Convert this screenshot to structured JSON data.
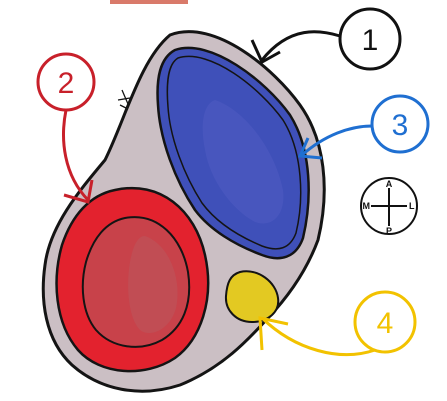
{
  "labels": [
    {
      "number": "1",
      "color": "#111111"
    },
    {
      "number": "2",
      "color": "#c8202a"
    },
    {
      "number": "3",
      "color": "#1f6fd1"
    },
    {
      "number": "4",
      "color": "#f2c200"
    }
  ],
  "compass": {
    "top": "A",
    "left": "M",
    "right": "L",
    "bottom": "P"
  },
  "colors": {
    "sheath_fill": "#cbbfc4",
    "outline": "#141414",
    "blue_vessel": "#3f50b9",
    "red_vessel_outer": "#e3222e",
    "red_vessel_inner": "#c8424a",
    "yellow_structure": "#e3c922",
    "top_red_mark": "#d97a6a"
  }
}
